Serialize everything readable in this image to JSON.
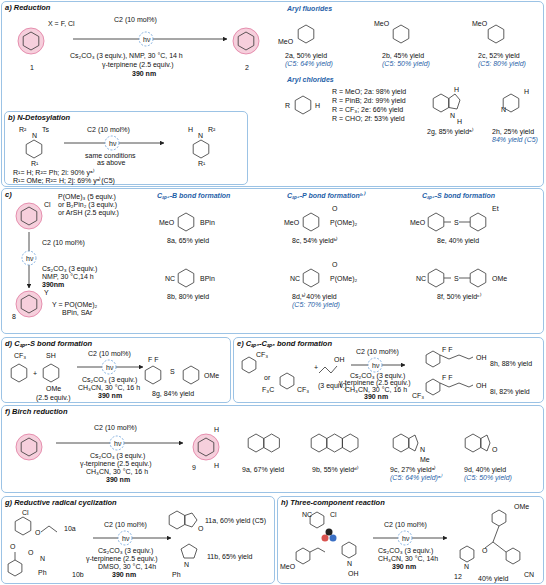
{
  "diagram": {
    "nodes": [
      {
        "text": [
          "a) Reduction",
          "X = F, Cl",
          "C2 (10 mol%)",
          "hν",
          "Cs₂CO₃ (3 equiv.), NMP, 30 °C, 14 h",
          "γ-terpinene (2.5 equiv.)",
          "390 nm",
          "1",
          "2",
          "Aryl fluorides",
          "MeO",
          "2a, 50% yield",
          "(C5: 64% yield)",
          "MeO",
          "2b, 45% yield",
          "(C5: 50% yield)",
          "MeO",
          "2c, 52% yield",
          "(C5: 80% yield)",
          "Aryl chlorides",
          "R",
          "H",
          "R = MeO; 2a: 98% yield",
          "R = PinB; 2d: 99% yield",
          "R = CF₃; 2e: 66% yield",
          "R = CHO; 2f: 53% yield",
          "H",
          "N",
          "H",
          "2g, 85% yieldᵃ⁾",
          "N",
          "H",
          "2h, 25% yield",
          "84% yield (C5)"
        ]
      },
      {
        "text": [
          "b) N-Detosylation",
          "R²",
          "N",
          "Ts",
          "R¹",
          "C2 (10 mol%)",
          "hν",
          "same conditions",
          "as above",
          "H",
          "N",
          "R²",
          "R¹",
          "R¹= H; R²= Ph; 2i: 90% yᵃ⁾",
          "R¹= OMe; R²= H; 2j: 69% yᵃ⁾(C5)"
        ]
      },
      {
        "text": [
          "c)",
          "Cl",
          "P(OMe)₃ (5 equiv.)",
          "or B₂Pin₂ (3 equiv.)",
          "or ArSH (2.5 equiv.)",
          "C2 (10 mol%)",
          "hν",
          "Cs₂CO₃ (3 equiv.)",
          "NMP, 30 °C,14 h",
          "390nm",
          "8",
          "Y",
          "Y = PO(OMe)₂",
          "BPin, SAr",
          "Cₛₚ₂-B bond formation",
          "BPin",
          "MeO",
          "8a, 65% yield",
          "BPin",
          "NC",
          "8b, 80% yield",
          "Cₛₚ₂-P bond formationᵇ⁾",
          "O",
          "P(OMe)₂",
          "MeO",
          "8c, 54% yieldᵇ⁾",
          "O",
          "P(OMe)₂",
          "NC",
          "8d,ᵇ⁾40% yield",
          "(C5: 70% yield)",
          "Cₛₚ₂-S bond formation",
          "MeO",
          "S",
          "Et",
          "8e, 40% yield",
          "NC",
          "S",
          "OMe",
          "8f, 50% yieldᶜ⁾"
        ]
      },
      {
        "text": [
          "d) Cₛₚ₃-S bond formation",
          "CF₃",
          "+",
          "SH",
          "OMe",
          "(2.5 equiv.)",
          "C2 (10 mol%)",
          "hν",
          "Cs₂CO₃ (3 equiv.)",
          "CH₃CN, 30 °C, 16 h",
          "390 nm",
          "F F",
          "S",
          "OMe",
          "8g, 84% yield"
        ]
      },
      {
        "text": [
          "e) Cₛₚ₃-Cₛₚ₃ bond formation",
          "CF₃",
          "or",
          "F₃C",
          "CF₃",
          "+",
          "OH",
          "(3 equiv.)",
          "C2 (10 mol%)",
          "hν",
          "Cs₂CO₃ (3 equiv.)",
          "γ-terpinene (2.5 equiv.)",
          "CH₃CN, 30 °C, 16 h",
          "390 nm",
          "F F",
          "OH",
          "8h, 88% yield",
          "F F",
          "OH",
          "CF₃",
          "8i, 82% yield"
        ]
      },
      {
        "text": [
          "f) Birch reduction",
          "C2 (10 mol%)",
          "hν",
          "Cs₂CO₃ (3 equiv.)",
          "γ-terpinene (2.5 equiv.)",
          "CH₃CN, 30 °C, 16 h",
          "390 nm",
          "H",
          "H",
          "9",
          "9a, 67% yield",
          "9b, 55% yieldᵈ⁾",
          "N",
          "Me",
          "9c, 27% yieldᵃ⁾",
          "(C5: 64% yield)ᵃ⁾",
          "O",
          "9d, 40% yield",
          "(C5: 50% yield)"
        ]
      },
      {
        "text": [
          "g) Reductive radical cyclization",
          "Cl",
          "O",
          "10a",
          "O",
          "O",
          "N",
          "Ph",
          "10b",
          "C2 (10 mol%)",
          "hν",
          "Cs₂CO₃ (3 equiv.)",
          "γ-terpinene (2.5 equiv.)",
          "DMSO, 30 °C, 14h",
          "390 nm",
          "O",
          "11a, 60% yield (C5)",
          "N",
          "Ph",
          "11b, 65% yield"
        ]
      },
      {
        "text": [
          "h) Three-component reaction",
          "NC",
          "Cl",
          "MeO",
          "N",
          "OH",
          "C2 (10 mol%)",
          "hν",
          "Cs₂CO₃ (3 equiv.)",
          "CH₃CN, 30 °C, 14h",
          "390 nm",
          "OMe",
          "N",
          "O",
          "CN",
          "12",
          "40% yield"
        ]
      }
    ]
  }
}
